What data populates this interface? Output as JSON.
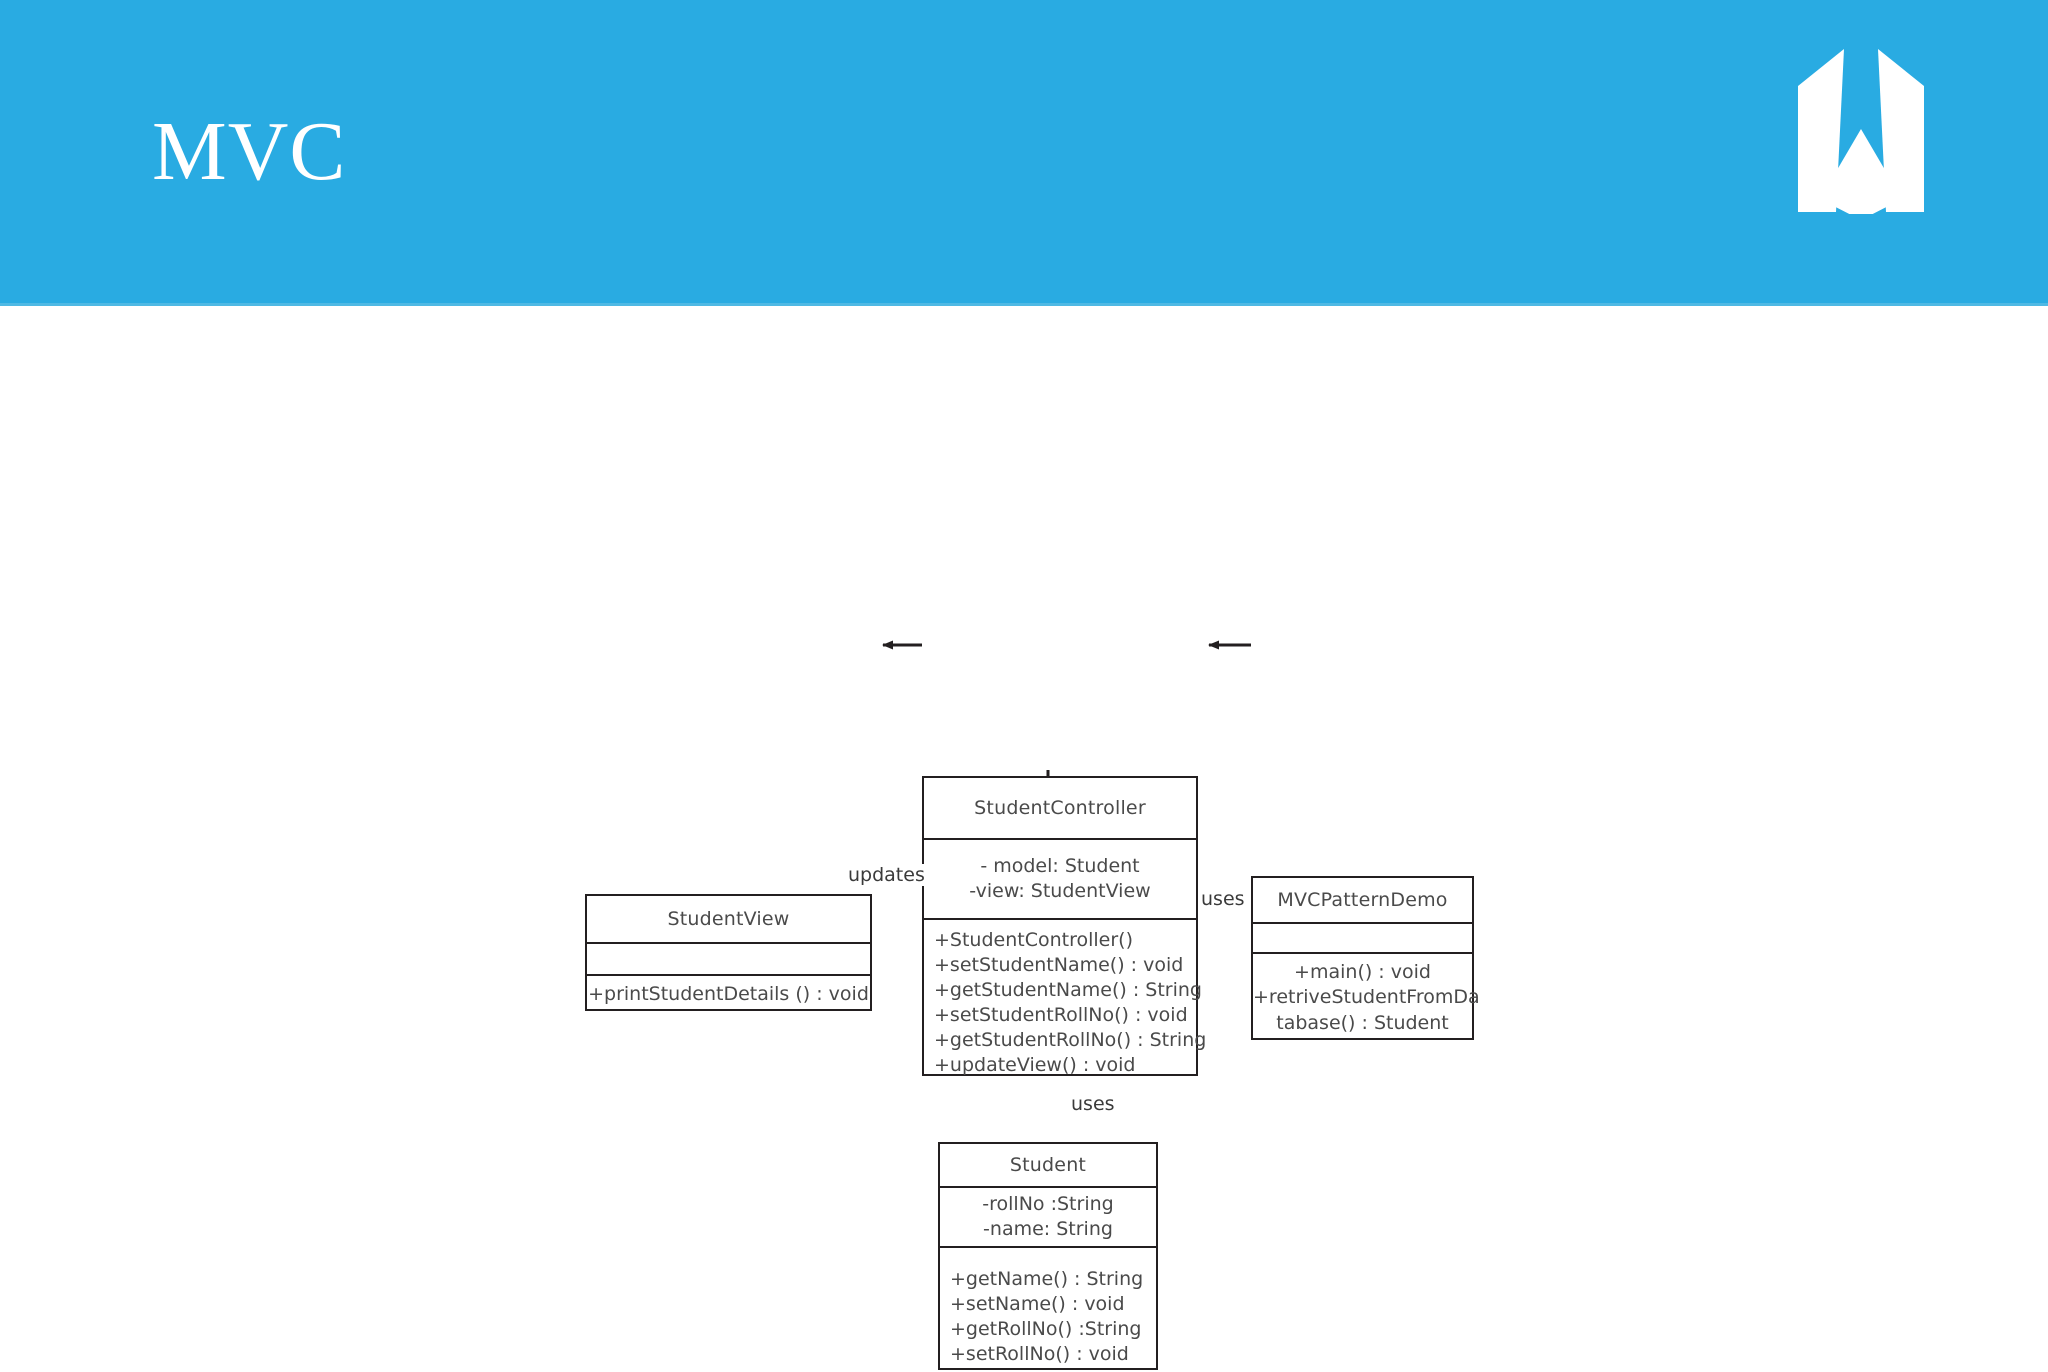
{
  "slide": {
    "title": "MVC",
    "header_color": "#29ABE2",
    "title_color": "#FFFFFF",
    "background_color": "#FFFFFF",
    "logo": {
      "icon": "abstract-a-logo",
      "color": "#FFFFFF"
    }
  },
  "diagram": {
    "type": "uml-class-diagram",
    "classes": [
      {
        "id": "studentcontroller",
        "name": "StudentController",
        "attributes": [
          "- model: Student",
          "-view: StudentView"
        ],
        "operations": [
          "+StudentController()",
          "+setStudentName()  : void",
          "+getStudentName()  : String",
          "+setStudentRollNo()  : void",
          "+getStudentRollNo()  : String",
          "+updateView()  : void"
        ]
      },
      {
        "id": "studentview",
        "name": "StudentView",
        "attributes": [],
        "operations": [
          "+printStudentDetails  () : void"
        ]
      },
      {
        "id": "mvcpatterndemo",
        "name": "MVCPatternDemo",
        "attributes": [],
        "operations": [
          "+main()  : void",
          "+retriveStudentFromDa",
          "tabase() : Student"
        ]
      },
      {
        "id": "student",
        "name": "Student",
        "attributes": [
          "-rollNo  :String",
          "-name: String"
        ],
        "operations": [
          "+getName() : String",
          "+setName()  : void",
          "+getRollNo()  :String",
          "+setRollNo()  : void"
        ]
      }
    ],
    "edges": [
      {
        "id": "controller-to-view",
        "label": "updates",
        "from": "StudentController",
        "to": "StudentView",
        "direction": "left"
      },
      {
        "id": "demo-to-controller",
        "label": "uses",
        "from": "MVCPatternDemo",
        "to": "StudentController",
        "direction": "left"
      },
      {
        "id": "controller-to-student",
        "label": "uses",
        "from": "StudentController",
        "to": "Student",
        "direction": "down"
      }
    ]
  }
}
